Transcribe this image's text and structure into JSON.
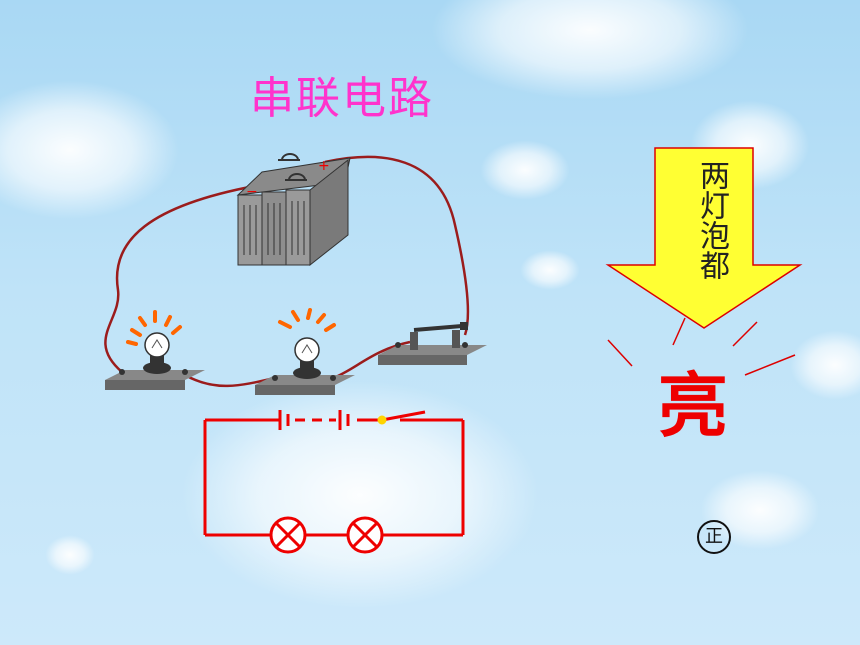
{
  "title": "串联电路",
  "arrow_label": "两灯泡都",
  "status_text": "亮",
  "stamp_text": "正",
  "colors": {
    "title": "#ff33cc",
    "status": "#ee0000",
    "arrow_fill": "#ffff33",
    "arrow_stroke": "#dd0000",
    "wire": "#9b1c1c",
    "schematic": "#ee0000"
  },
  "icons": [
    "battery-icon",
    "bulb-icon",
    "knife-switch-icon",
    "lamp-symbol-icon"
  ]
}
